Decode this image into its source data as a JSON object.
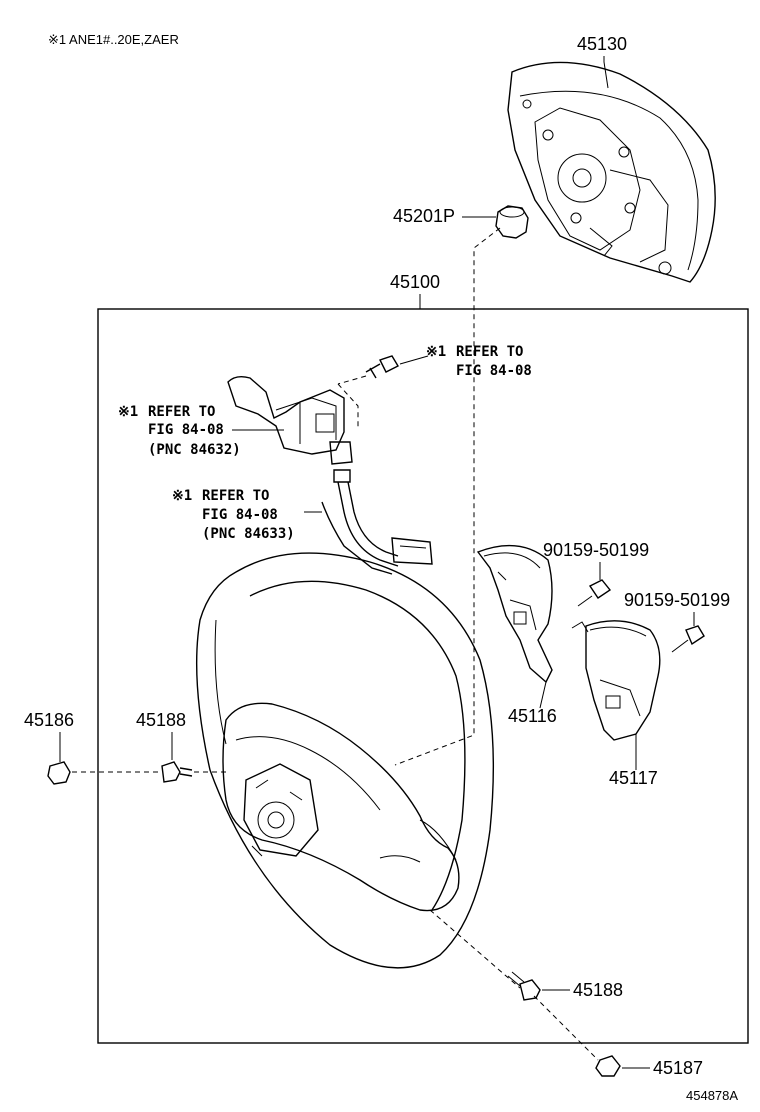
{
  "header_note": "※1 ANE1#..20E,ZAER",
  "figure_code": "454878A",
  "parts": {
    "p45130": "45130",
    "p45201P": "45201P",
    "p45100": "45100",
    "p45186": "45186",
    "p45188_upper": "45188",
    "p45188_lower": "45188",
    "p45187": "45187",
    "p45116": "45116",
    "p45117": "45117",
    "p90159_a": "90159-50199",
    "p90159_b": "90159-50199"
  },
  "refs": {
    "ref1": {
      "mark": "※1",
      "line1": "REFER TO",
      "line2": "FIG 84-08"
    },
    "ref2": {
      "mark": "※1",
      "line1": "REFER TO",
      "line2": "FIG 84-08",
      "line3": "(PNC 84632)"
    },
    "ref3": {
      "mark": "※1",
      "line1": "REFER TO",
      "line2": "FIG 84-08",
      "line3": "(PNC 84633)"
    }
  }
}
